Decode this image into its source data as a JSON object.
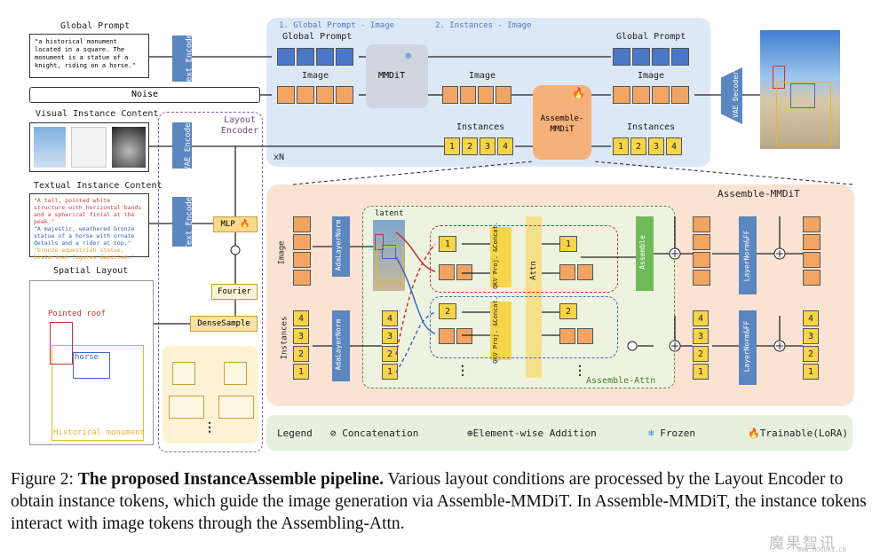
{
  "figure": {
    "global_prompt_label": "Global Prompt",
    "global_prompt_text": "\"a historical monument located in a square. The monument is a statue of a knight, riding on a horse.\"",
    "text_encoder": "Text Encoder",
    "noise": "Noise",
    "visual_instance_content": "Visual Instance Content",
    "vae_encoder": "VAE Encoder",
    "layout_encoder": "Layout Encoder",
    "textual_instance_content": "Textual Instance Content",
    "textual_lines": [
      "\"A tall, pointed white structure with horizontal bands and a spherical finial at the peak.\"",
      "\"A majestic, weathered bronze statue of a horse with ornate details and a rider at top.\"",
      "\"bronze equestrian statue, historical figures depicted.\""
    ],
    "mlp": "MLP",
    "fourier": "Fourier",
    "spatial_layout": "Spatial Layout",
    "dense_sample": "DenseSample",
    "layout_labels": {
      "roof": "Pointed roof",
      "horse": "horse",
      "monument": "Historical monument"
    },
    "section1": "1. Global Prompt - Image",
    "section2": "2. Instances - Image",
    "global_prompt_row": "Global Prompt",
    "image_row": "Image",
    "instances_row": "Instances",
    "mmdit": "MMDiT",
    "assemble_mmdit_small": "Assemble-MMDiT",
    "xn": "xN",
    "vae_decoder": "VAE Decoder",
    "instance_numbers": [
      "1",
      "2",
      "3",
      "4"
    ],
    "assemble_mmdit_title": "Assemble-MMDiT",
    "adalayernorm": "AdaLayerNorm",
    "latent": "latent",
    "qkv": "QKV Proj. &Concat.",
    "attn": "Attn",
    "assemble": "Assemble",
    "assemble_attn": "Assemble-Attn",
    "layernorm_ff": "LayerNorm&FF",
    "image_side": "Image",
    "instances_side": "Instances",
    "ellipsis": "⋮",
    "legend": {
      "title": "Legend",
      "concat": "Concatenation",
      "add": "Element-wise Addition",
      "frozen": "Frozen",
      "trainable": "Trainable(LoRA)"
    },
    "caption": {
      "prefix": "Figure 2: ",
      "bold": "The proposed InstanceAssemble pipeline.",
      "body": " Various layout conditions are processed by the Layout Encoder to obtain instance tokens, which guide the image generation via Assemble-MMDiT. In Assemble-MMDiT, the instance tokens interact with image tokens through the Assembling-Attn."
    },
    "watermark": "魔果智讯",
    "watermark_url": "WWW.MOGUAI.CN",
    "colors": {
      "panel_blue": "#dce8f6",
      "panel_orange": "#fbe3d3",
      "token_blue": "#4a78c8",
      "token_orange": "#f2a462",
      "token_yellow": "#f7d548",
      "encoder": "#5b86bf",
      "legend_bg": "#e6f0de"
    }
  }
}
